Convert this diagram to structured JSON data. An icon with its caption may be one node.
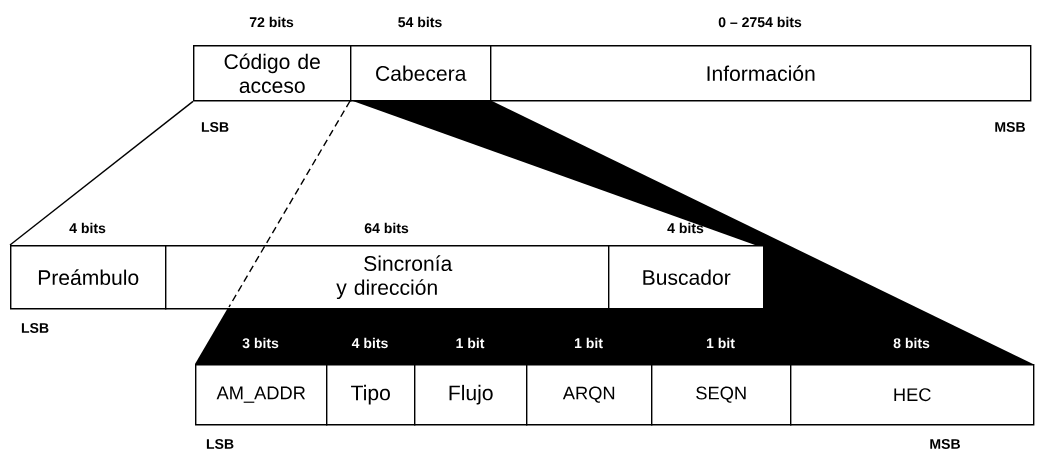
{
  "diagram": {
    "nodes": [
      {
        "text": [
          "Código de acceso"
        ],
        "beside": [
          "72 bits"
        ]
      },
      {
        "text": [
          "Cabecera"
        ],
        "beside": [
          "54 bits"
        ]
      },
      {
        "text": [
          "Información"
        ],
        "beside": [
          "0 – 2754 bits"
        ]
      },
      {
        "text": [
          "Preámbulo"
        ],
        "beside": [
          "4 bits"
        ]
      },
      {
        "text": [
          "Sincronía y dirección"
        ],
        "beside": [
          "64 bits"
        ]
      },
      {
        "text": [
          "Buscador"
        ],
        "beside": [
          "4 bits"
        ]
      },
      {
        "text": [
          "AM_ADDR"
        ],
        "beside": [
          "3 bits"
        ]
      },
      {
        "text": [
          "Tipo"
        ],
        "beside": [
          "4 bits"
        ]
      },
      {
        "text": [
          "Flujo"
        ],
        "beside": [
          "1 bit"
        ]
      },
      {
        "text": [
          "ARQN"
        ],
        "beside": [
          "1 bit"
        ]
      },
      {
        "text": [
          "SEQN"
        ],
        "beside": [
          "1 bit"
        ]
      },
      {
        "text": [
          "HEC"
        ],
        "beside": [
          "8 bits"
        ]
      }
    ],
    "edges": [
      {
        "from": 0,
        "to": 3,
        "arrow": "none"
      }
    ],
    "labels": [
      "LSB",
      "MSB",
      "LSB",
      "LSB",
      "MSB"
    ]
  }
}
